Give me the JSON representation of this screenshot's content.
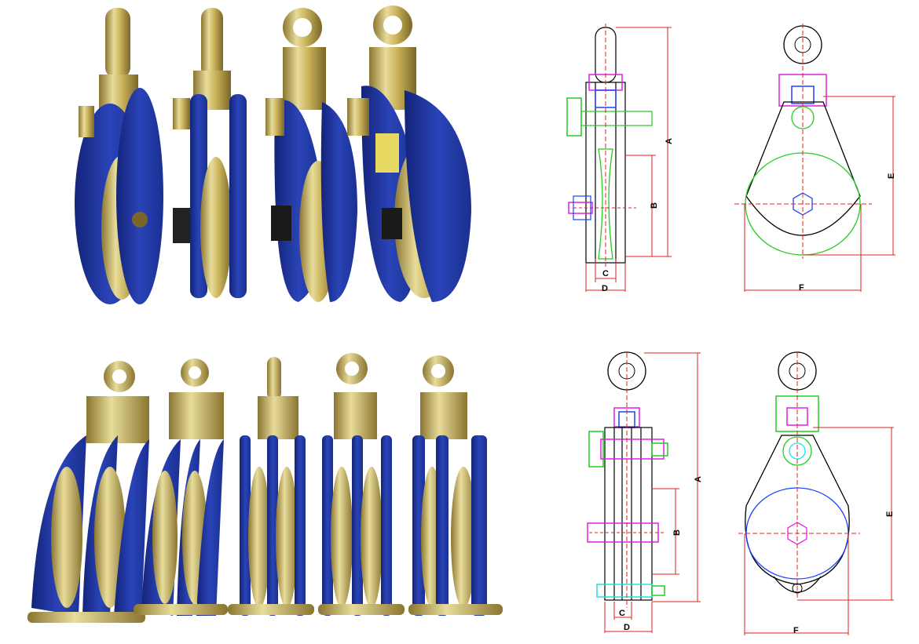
{
  "drawings": {
    "top_side": {
      "a": "A",
      "b": "B",
      "c": "C",
      "d": "D"
    },
    "top_front": {
      "e": "E",
      "f": "F"
    },
    "bottom_side": {
      "a": "A",
      "b": "B",
      "c": "C",
      "d": "D"
    },
    "bottom_front": {
      "e": "E",
      "f": "F"
    }
  },
  "colors": {
    "body_blue": "#2a44b8",
    "dark_blue": "#14247a",
    "brass": "#c9b25a",
    "brass_light": "#e8dc9a",
    "brass_dark": "#8a7530",
    "dim_red": "#e02020",
    "sheave_green": "#22cc22",
    "part_magenta": "#e020e0",
    "part_blue": "#2040ff",
    "part_cyan": "#20e0e0"
  }
}
